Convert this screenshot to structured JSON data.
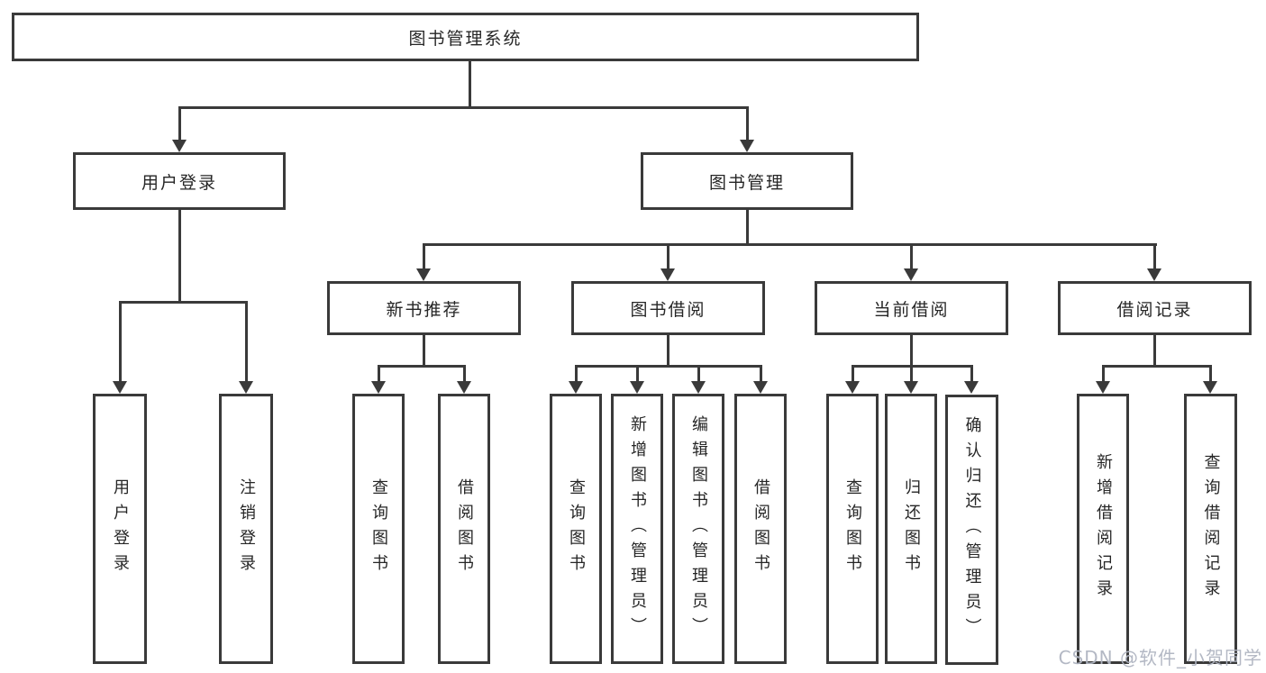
{
  "page": {
    "watermark": "CSDN @软件_小贺同学"
  },
  "colors": {
    "line": "#3a3a3a",
    "text": "#262626",
    "background": "#ffffff",
    "watermark": "#afb4c1"
  },
  "tree": {
    "root": {
      "label": "图书管理系统"
    },
    "level2": [
      {
        "label": "用户登录"
      },
      {
        "label": "图书管理"
      }
    ],
    "level3": [
      {
        "label": "新书推荐"
      },
      {
        "label": "图书借阅"
      },
      {
        "label": "当前借阅"
      },
      {
        "label": "借阅记录"
      }
    ],
    "leaves": {
      "user_login": [
        {
          "label": "用户登录"
        },
        {
          "label": "注销登录"
        }
      ],
      "new_book": [
        {
          "label": "查询图书"
        },
        {
          "label": "借阅图书"
        }
      ],
      "book_borrow": [
        {
          "label": "查询图书"
        },
        {
          "label": "新增图书（管理员）"
        },
        {
          "label": "编辑图书（管理员）"
        },
        {
          "label": "借阅图书"
        }
      ],
      "current_borrow": [
        {
          "label": "查询图书"
        },
        {
          "label": "归还图书"
        },
        {
          "label": "确认归还（管理员）"
        }
      ],
      "records": [
        {
          "label": "新增借阅记录"
        },
        {
          "label": "查询借阅记录"
        }
      ]
    }
  }
}
